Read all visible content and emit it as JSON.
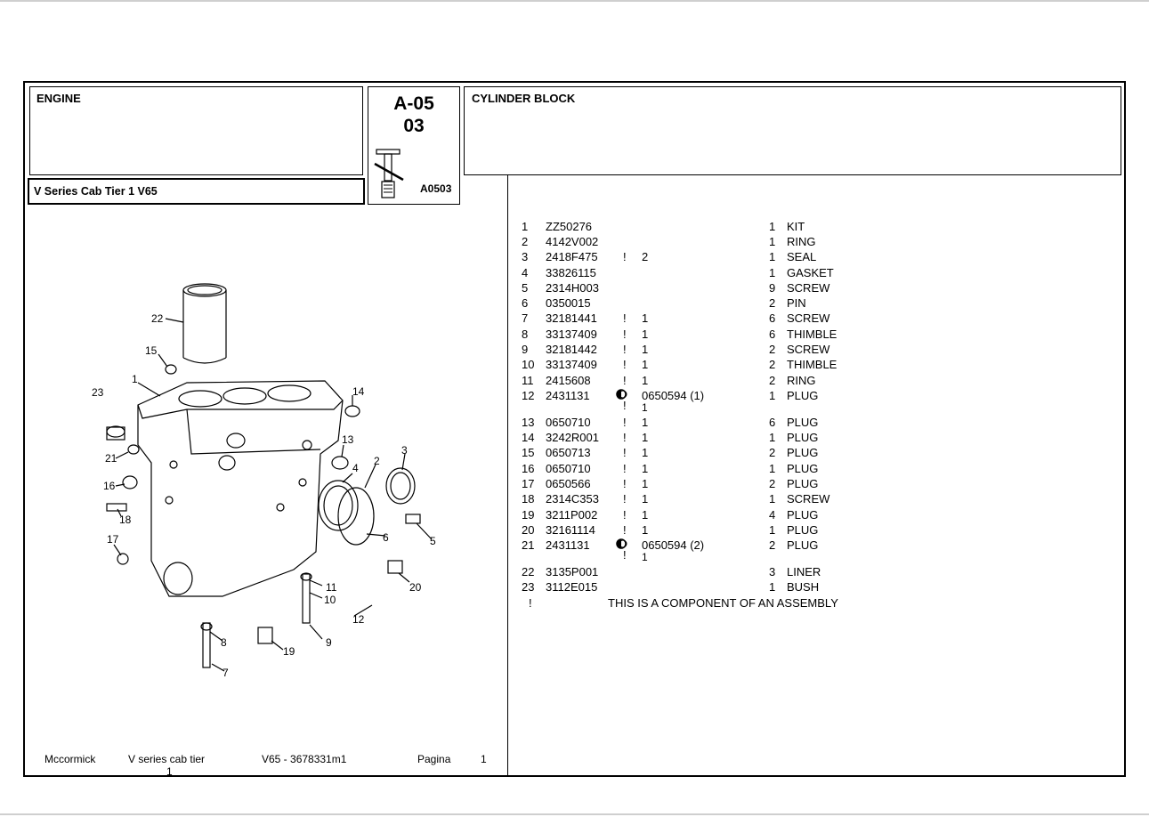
{
  "header": {
    "section": "ENGINE",
    "code_line1": "A-05",
    "code_line2": "03",
    "code_small": "A0503",
    "title": "CYLINDER BLOCK",
    "series": "V Series Cab Tier 1  V65"
  },
  "parts": [
    {
      "num": "1",
      "part": "ZZ50276",
      "flag": "",
      "sub": "",
      "qty": "1",
      "desc": "KIT"
    },
    {
      "num": "2",
      "part": "4142V002",
      "flag": "",
      "sub": "",
      "qty": "1",
      "desc": "RING"
    },
    {
      "num": "3",
      "part": "2418F475",
      "flag": "!",
      "sub": "2",
      "qty": "1",
      "desc": "SEAL"
    },
    {
      "num": "4",
      "part": "33826115",
      "flag": "",
      "sub": "",
      "qty": "1",
      "desc": "GASKET"
    },
    {
      "num": "5",
      "part": "2314H003",
      "flag": "",
      "sub": "",
      "qty": "9",
      "desc": "SCREW"
    },
    {
      "num": "6",
      "part": "0350015",
      "flag": "",
      "sub": "",
      "qty": "2",
      "desc": "PIN"
    },
    {
      "num": "7",
      "part": "32181441",
      "flag": "!",
      "sub": "1",
      "qty": "6",
      "desc": "SCREW"
    },
    {
      "num": "8",
      "part": "33137409",
      "flag": "!",
      "sub": "1",
      "qty": "6",
      "desc": "THIMBLE"
    },
    {
      "num": "9",
      "part": "32181442",
      "flag": "!",
      "sub": "1",
      "qty": "2",
      "desc": "SCREW"
    },
    {
      "num": "10",
      "part": "33137409",
      "flag": "!",
      "sub": "1",
      "qty": "2",
      "desc": "THIMBLE"
    },
    {
      "num": "11",
      "part": "2415608",
      "flag": "!",
      "sub": "1",
      "qty": "2",
      "desc": "RING"
    },
    {
      "num": "12",
      "part": "2431131",
      "flag": "",
      "sub": "0650594  (1)",
      "qty": "1",
      "desc": "PLUG",
      "sub2_flag": "!",
      "sub2": "1"
    },
    {
      "num": "13",
      "part": "0650710",
      "flag": "!",
      "sub": "1",
      "qty": "6",
      "desc": "PLUG"
    },
    {
      "num": "14",
      "part": "3242R001",
      "flag": "!",
      "sub": "1",
      "qty": "1",
      "desc": "PLUG"
    },
    {
      "num": "15",
      "part": "0650713",
      "flag": "!",
      "sub": "1",
      "qty": "2",
      "desc": "PLUG"
    },
    {
      "num": "16",
      "part": "0650710",
      "flag": "!",
      "sub": "1",
      "qty": "1",
      "desc": "PLUG"
    },
    {
      "num": "17",
      "part": "0650566",
      "flag": "!",
      "sub": "1",
      "qty": "2",
      "desc": "PLUG"
    },
    {
      "num": "18",
      "part": "2314C353",
      "flag": "!",
      "sub": "1",
      "qty": "1",
      "desc": "SCREW"
    },
    {
      "num": "19",
      "part": "3211P002",
      "flag": "!",
      "sub": "1",
      "qty": "4",
      "desc": "PLUG"
    },
    {
      "num": "20",
      "part": "32161114",
      "flag": "!",
      "sub": "1",
      "qty": "1",
      "desc": "PLUG"
    },
    {
      "num": "21",
      "part": "2431131",
      "flag": "",
      "sub": "0650594  (2)",
      "qty": "2",
      "desc": "PLUG",
      "sub2_flag": "!",
      "sub2": "1"
    },
    {
      "num": "22",
      "part": "3135P001",
      "flag": "",
      "sub": "",
      "qty": "3",
      "desc": "LINER"
    },
    {
      "num": "23",
      "part": "3112E015",
      "flag": "",
      "sub": "",
      "qty": "1",
      "desc": "BUSH"
    }
  ],
  "note": {
    "flag": "!",
    "text": "THIS IS A COMPONENT OF AN ASSEMBLY"
  },
  "footer": {
    "brand": "Mccormick",
    "series_line1": "V series cab tier",
    "series_line2": "1",
    "model": "V65 - 3678331m1",
    "page_label": "Pagina",
    "page_num": "1"
  },
  "diagram_labels": [
    "22",
    "15",
    "1",
    "23",
    "14",
    "13",
    "3",
    "2",
    "4",
    "21",
    "16",
    "18",
    "17",
    "6",
    "5",
    "11",
    "20",
    "10",
    "12",
    "8",
    "9",
    "19",
    "7"
  ]
}
